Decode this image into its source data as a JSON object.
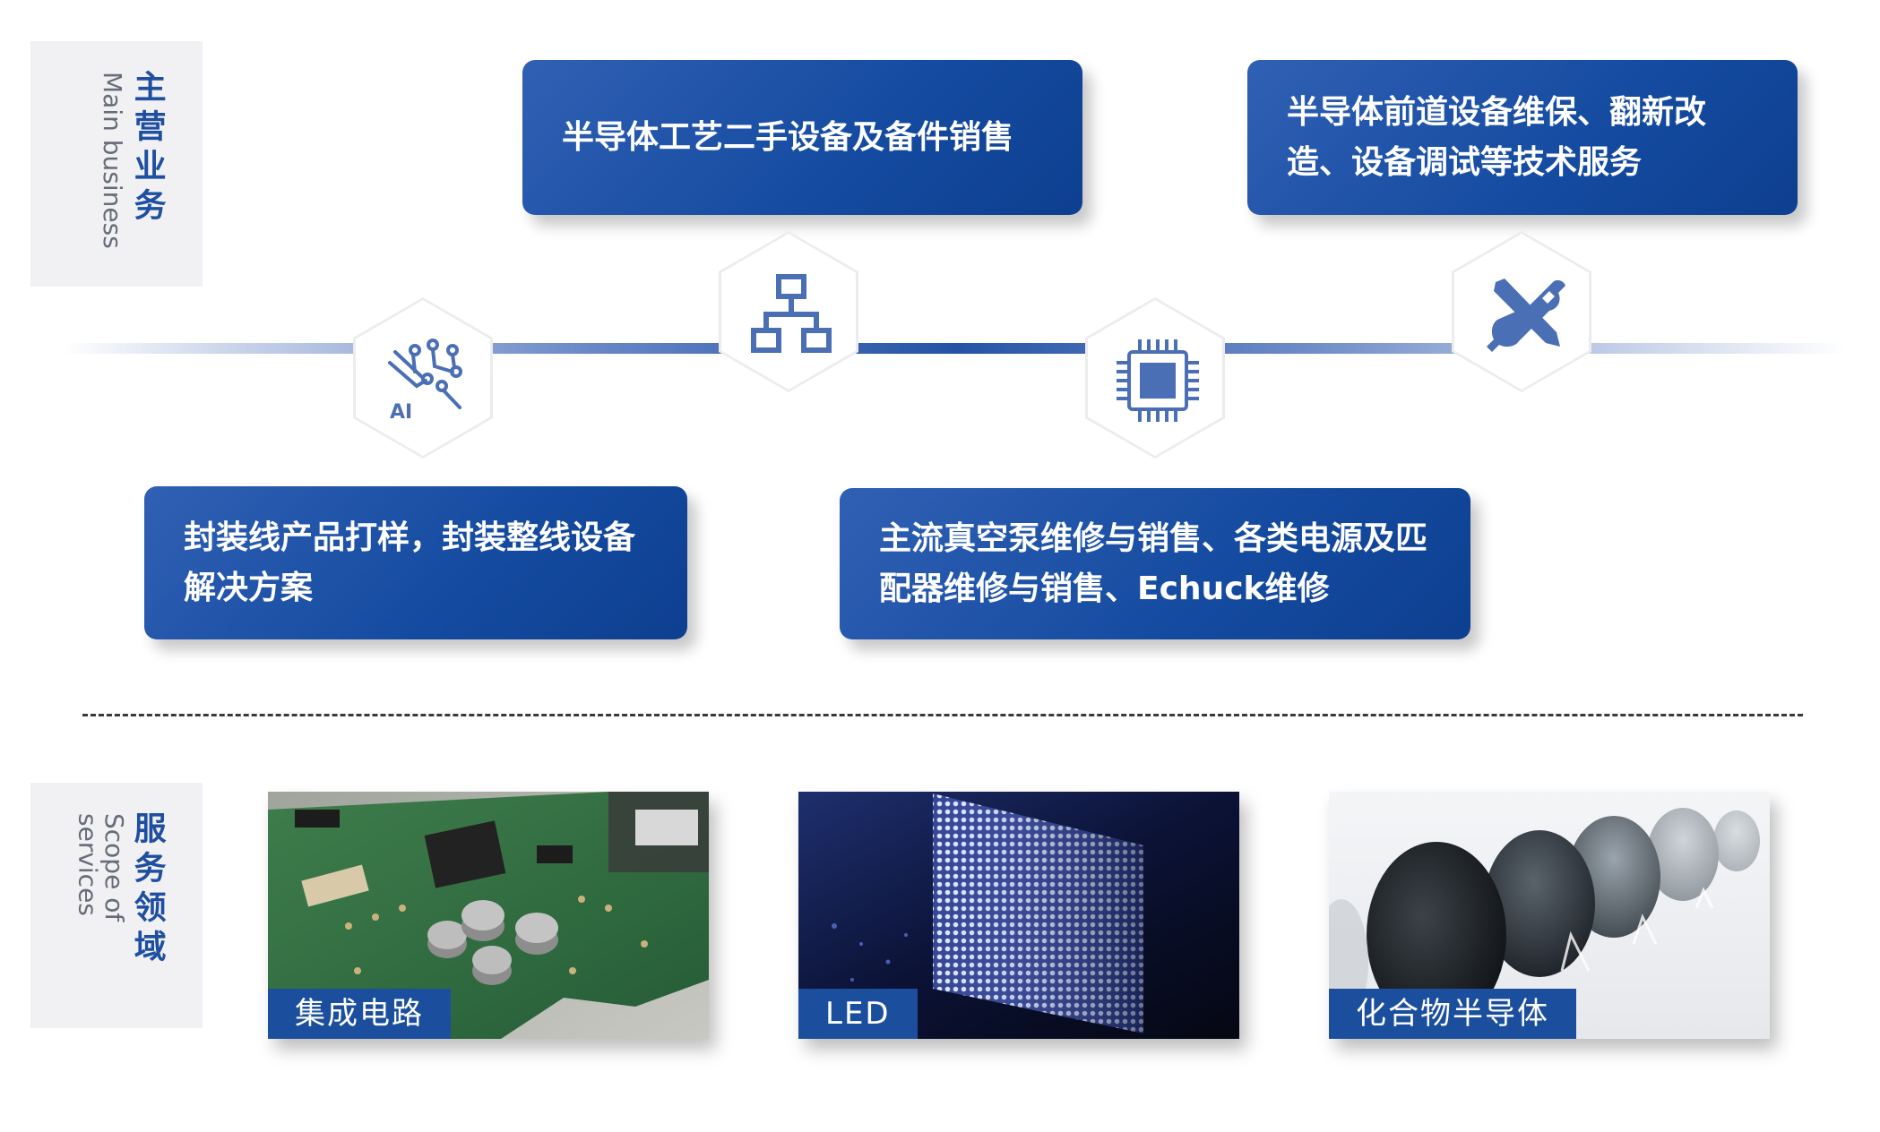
{
  "main_business": {
    "title_cn": "主营业务",
    "title_en": "Main business",
    "items": [
      {
        "text": "半导体工艺二手设备及备件销售",
        "icon": "network-hierarchy-icon"
      },
      {
        "text": "半导体前道设备维保、翻新改造、设备调试等技术服务",
        "icon": "tools-icon"
      },
      {
        "text": "封装线产品打样，封装整线设备解决方案",
        "icon": "ai-circuit-icon"
      },
      {
        "text": "主流真空泵维修与销售、各类电源及匹配器维修与销售、Echuck维修",
        "icon": "chip-icon"
      }
    ]
  },
  "service_scope": {
    "title_cn": "服务领域",
    "title_en": "Scope of services",
    "items": [
      {
        "label": "集成电路",
        "image": "circuit-board-photo"
      },
      {
        "label": "LED",
        "image": "led-panel-photo"
      },
      {
        "label": "化合物半导体",
        "image": "wafers-photo"
      }
    ]
  },
  "colors": {
    "brand_blue": "#1b4f9e",
    "label_blue": "#1f4fa0",
    "icon_blue": "#4a6fb5"
  }
}
